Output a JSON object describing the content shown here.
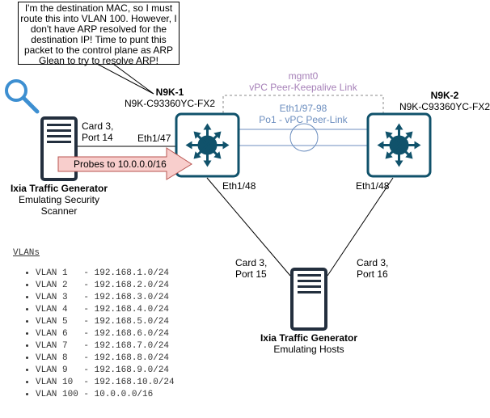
{
  "callout": {
    "text": "I'm the destination MAC, so I must route this into VLAN 100. However, I don't have ARP resolved for the destination IP! Time to punt this packet to the control plane as ARP Glean to try to resolve ARP!"
  },
  "switches": [
    {
      "name": "N9K-1",
      "model": "N9K-C93360YC-FX2"
    },
    {
      "name": "N9K-2",
      "model": "N9K-C93360YC-FX2"
    }
  ],
  "keepalive": {
    "line1": "mgmt0",
    "line2": "vPC Peer-Keepalive Link"
  },
  "peer_link": {
    "line1": "Eth1/97-98",
    "line2": "Po1 - vPC Peer-Link"
  },
  "scanner": {
    "port_line1": "Card 3,",
    "port_line2": "Port 14",
    "switch_port": "Eth1/47",
    "title": "Ixia Traffic Generator",
    "subtitle_line1": "Emulating Security",
    "subtitle_line2": "Scanner",
    "arrow_label": "Probes to 10.0.0.0/16"
  },
  "hosts": {
    "left_port_line1": "Card 3,",
    "left_port_line2": "Port 15",
    "right_port_line1": "Card 3,",
    "right_port_line2": "Port 16",
    "n9k1_port": "Eth1/48",
    "n9k2_port": "Eth1/48",
    "title": "Ixia Traffic Generator",
    "subtitle": "Emulating Hosts"
  },
  "vlans": {
    "title": "VLANs",
    "items": [
      "VLAN 1   - 192.168.1.0/24",
      "VLAN 2   - 192.168.2.0/24",
      "VLAN 3   - 192.168.3.0/24",
      "VLAN 4   - 192.168.4.0/24",
      "VLAN 5   - 192.168.5.0/24",
      "VLAN 6   - 192.168.6.0/24",
      "VLAN 7   - 192.168.7.0/24",
      "VLAN 8   - 192.168.8.0/24",
      "VLAN 9   - 192.168.9.0/24",
      "VLAN 10  - 192.168.10.0/24",
      "VLAN 100 - 10.0.0.0/16"
    ]
  },
  "colors": {
    "switch": "#10526b",
    "keepalive_text": "#a680b8",
    "peerlink_text": "#6c8ebf",
    "arrow_fill": "#f8cecc",
    "arrow_stroke": "#b85450",
    "magnifier": "#3d8fd1"
  }
}
